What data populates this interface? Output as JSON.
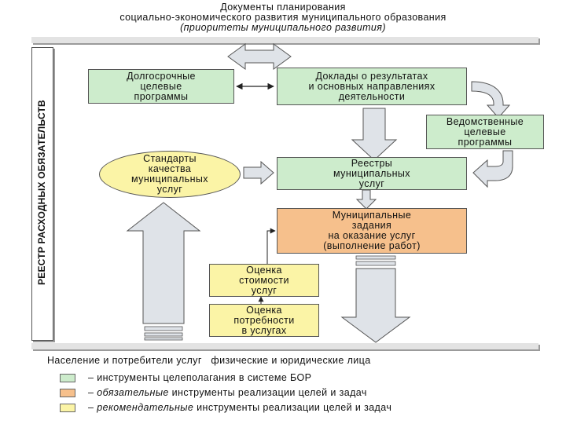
{
  "header": {
    "line1": "Документы планирования",
    "line2": "социально-экономического развития муниципального образования",
    "line3": "(приоритеты муниципального развития)"
  },
  "sidebar": {
    "label": "РЕЕСТР РАСХОДНЫХ ОБЯЗАТЕЛЬСТВ"
  },
  "boxes": {
    "long_term": "Долгосрочные\nцелевые\nпрограммы",
    "reports": "Доклады о результатах\nи основных направлениях\nдеятельности",
    "departmental": "Ведомственные\nцелевые\nпрограммы",
    "standards": "Стандарты\nкачества\nмуниципальных\nуслуг",
    "registers": "Реестры\nмуниципальных\nуслуг",
    "tasks": "Муниципальные\nзадания\nна оказание услуг\n(выполнение работ)",
    "cost": "Оценка\nстоимости\nуслуг",
    "need": "Оценка\nпотребности\nв услугах"
  },
  "footer": {
    "bottom_text": "Население и потребители услуг   физические и юридические лица"
  },
  "legend": [
    {
      "color": "#cdeccc",
      "dash": "–",
      "emph": "",
      "text": "инструменты целеполагания в системе БОР"
    },
    {
      "color": "#f6c08c",
      "dash": "–",
      "emph": "обязательные",
      "text": " инструменты реализации целей и задач"
    },
    {
      "color": "#fbf4a6",
      "dash": "–",
      "emph": "рекомендательные",
      "text": " инструменты реализации целей и задач"
    }
  ]
}
